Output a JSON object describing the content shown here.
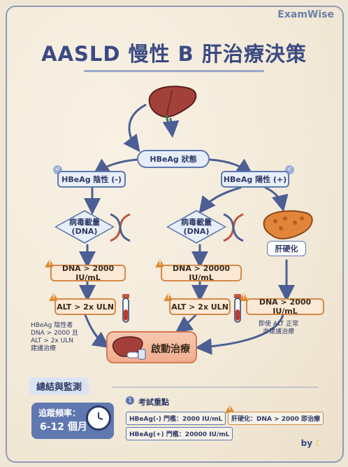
{
  "brand": "ExamWise",
  "title": "AASLD 慢性 B 肝治療決策",
  "status_node": "HBeAg 狀態",
  "neg_branch": {
    "label": "HBeAg 陰性 (-)",
    "diamond": "病毒載量\n(DNA)",
    "dna": "DNA > 2000 IU/mL",
    "alt": "ALT > 2x ULN",
    "note": "HBeAg 陰性者\nDNA > 2000 且\nALT > 2x ULN\n建議治療"
  },
  "pos_branch": {
    "label": "HBeAg 陽性 (+)",
    "diamond": "病毒載量\n(DNA)",
    "dna": "DNA > 20000 IU/mL",
    "alt": "ALT > 2x ULN"
  },
  "cirrhosis": {
    "label": "肝硬化",
    "dna": "DNA > 2000 IU/mL",
    "note": "即使 ALT 正常\n亦建議治療"
  },
  "treatment": "啟動治療",
  "summary": {
    "title": "總結與監測",
    "freq_line1": "追蹤頻率：",
    "freq_line2": "6-12 個月",
    "key_number": "1",
    "key_title": "考試重點",
    "neg_threshold": "HBeAg(-) 門檻：2000 IU/mL",
    "pos_threshold": "HBeAg(+) 門檻：20000 IU/mL",
    "cirrhosis_threshold": "肝硬化：DNA > 2000 即治療"
  },
  "byline": "by"
}
